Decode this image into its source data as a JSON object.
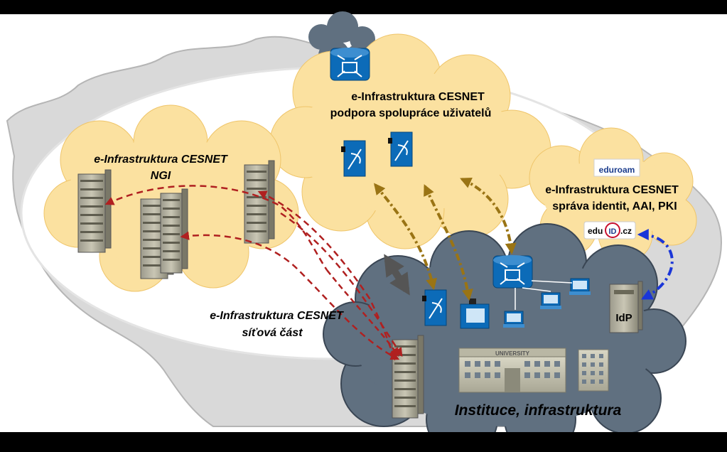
{
  "clouds": {
    "support": {
      "line1": "e-Infrastruktura CESNET",
      "line2": "podpora spolupráce uživatelů"
    },
    "ngi": {
      "line1": "e-Infrastruktura CESNET",
      "line2": "NGI"
    },
    "identity": {
      "line1": "e-Infrastruktura CESNET",
      "line2": "správa identit, AAI, PKI"
    },
    "network": {
      "line1": "e-Infrastruktura CESNET",
      "line2": "síťová část"
    },
    "institution": {
      "label": "Instituce, infrastruktura"
    }
  },
  "logos": {
    "eduroam": "eduroam",
    "eduid_left": "edu",
    "eduid_mid": "ID",
    "eduid_right": ".cz"
  },
  "idp_label": "IdP",
  "university_sign": "UNIVERSITY",
  "colors": {
    "yellow_cloud": "#fbe1a0",
    "gray_cloud": "#607080",
    "device_blue": "#0c6bb8",
    "red_arrow": "#b02020",
    "brown_arrow": "#9a7414",
    "blue_arrow": "#1a36d8"
  }
}
